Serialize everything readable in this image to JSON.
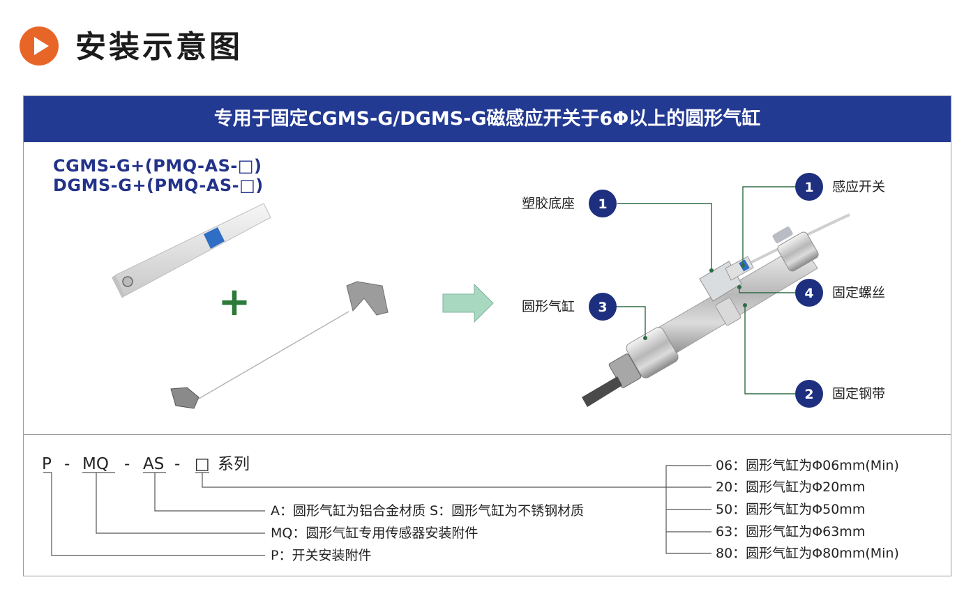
{
  "header": {
    "title": "安装示意图",
    "icon": "play-icon"
  },
  "banner": {
    "title": "专用于固定CGMS-G/DGMS-G磁感应开关于6Φ以上的圆形气缸"
  },
  "models": [
    "CGMS-G+(PMQ-AS-□)",
    "DGMS-G+(PMQ-AS-□)"
  ],
  "diagram": {
    "plus_symbol": "+",
    "callouts": [
      {
        "number": "1",
        "label": "塑胶底座"
      },
      {
        "number": "3",
        "label": "圆形气缸"
      },
      {
        "number": "1",
        "label": "感应开关"
      },
      {
        "number": "4",
        "label": "固定螺丝"
      },
      {
        "number": "2",
        "label": "固定钢带"
      }
    ]
  },
  "part_number": {
    "segments": [
      "P",
      "-",
      "MQ",
      "-",
      "AS",
      "-",
      "□"
    ],
    "series_suffix": "系列",
    "descriptions": [
      "A：圆形气缸为铝合金材质   S：圆形气缸为不锈钢材质",
      "MQ：圆形气缸专用传感器安装附件",
      "P：开关安装附件"
    ],
    "size_options": [
      "06：圆形气缸为Φ06mm(Min)",
      "20：圆形气缸为Φ20mm",
      "50：圆形气缸为Φ50mm",
      "63：圆形气缸为Φ63mm",
      "80：圆形气缸为Φ80mm(Min)"
    ]
  },
  "colors": {
    "accent_orange": "#e86528",
    "banner_blue": "#233a93",
    "callout_navy": "#1d2f7e",
    "leader_green": "#2e6b45",
    "plus_green": "#2c7a3a",
    "arrow_green": "#a9d8c0"
  }
}
